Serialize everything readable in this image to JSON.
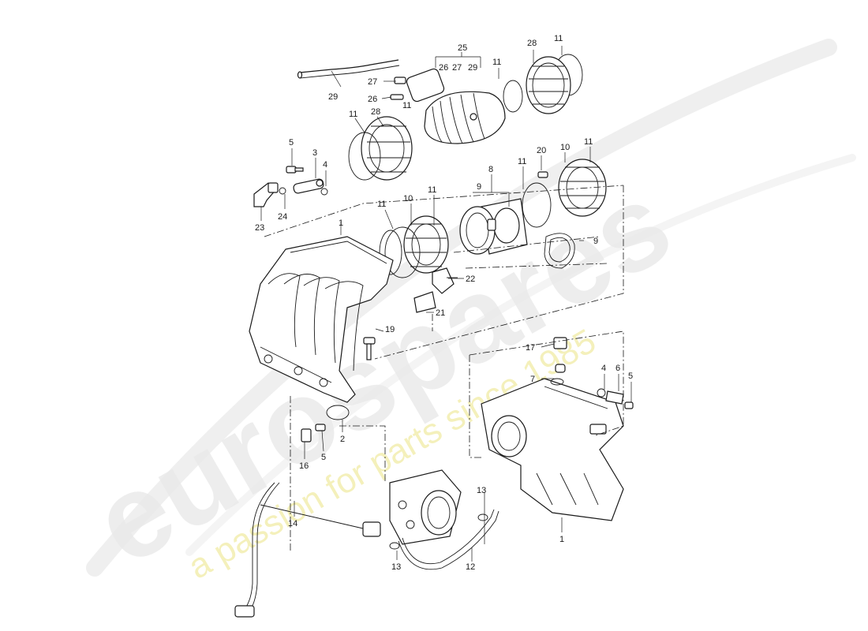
{
  "diagram": {
    "watermark": {
      "brand": "eurospares",
      "tagline": "a passion for parts since 1985"
    },
    "callouts": [
      {
        "id": "c25",
        "text": "25"
      },
      {
        "id": "c26a",
        "text": "26"
      },
      {
        "id": "c27a",
        "text": "27"
      },
      {
        "id": "c29a",
        "text": "29"
      },
      {
        "id": "c28a",
        "text": "28"
      },
      {
        "id": "c11a",
        "text": "11"
      },
      {
        "id": "c11b",
        "text": "11"
      },
      {
        "id": "c27b",
        "text": "27"
      },
      {
        "id": "c26b",
        "text": "26"
      },
      {
        "id": "c29b",
        "text": "29"
      },
      {
        "id": "c11c",
        "text": "11"
      },
      {
        "id": "c28b",
        "text": "28"
      },
      {
        "id": "c11d",
        "text": "11"
      },
      {
        "id": "c5a",
        "text": "5"
      },
      {
        "id": "c3",
        "text": "3"
      },
      {
        "id": "c4a",
        "text": "4"
      },
      {
        "id": "c24",
        "text": "24"
      },
      {
        "id": "c23",
        "text": "23"
      },
      {
        "id": "c1a",
        "text": "1"
      },
      {
        "id": "c8",
        "text": "8"
      },
      {
        "id": "c9a",
        "text": "9"
      },
      {
        "id": "c9b",
        "text": "9"
      },
      {
        "id": "c20",
        "text": "20"
      },
      {
        "id": "c10a",
        "text": "10"
      },
      {
        "id": "c11e",
        "text": "11"
      },
      {
        "id": "c11f",
        "text": "11"
      },
      {
        "id": "c11g",
        "text": "11"
      },
      {
        "id": "c10b",
        "text": "10"
      },
      {
        "id": "c11h",
        "text": "11"
      },
      {
        "id": "c22",
        "text": "22"
      },
      {
        "id": "c21",
        "text": "21"
      },
      {
        "id": "c19",
        "text": "19"
      },
      {
        "id": "c17",
        "text": "17"
      },
      {
        "id": "c7",
        "text": "7"
      },
      {
        "id": "c4b",
        "text": "4"
      },
      {
        "id": "c6",
        "text": "6"
      },
      {
        "id": "c5b",
        "text": "5"
      },
      {
        "id": "c2",
        "text": "2"
      },
      {
        "id": "c5c",
        "text": "5"
      },
      {
        "id": "c16",
        "text": "16"
      },
      {
        "id": "c14",
        "text": "14"
      },
      {
        "id": "c13a",
        "text": "13"
      },
      {
        "id": "c13b",
        "text": "13"
      },
      {
        "id": "c12",
        "text": "12"
      },
      {
        "id": "c1b",
        "text": "1"
      }
    ]
  }
}
